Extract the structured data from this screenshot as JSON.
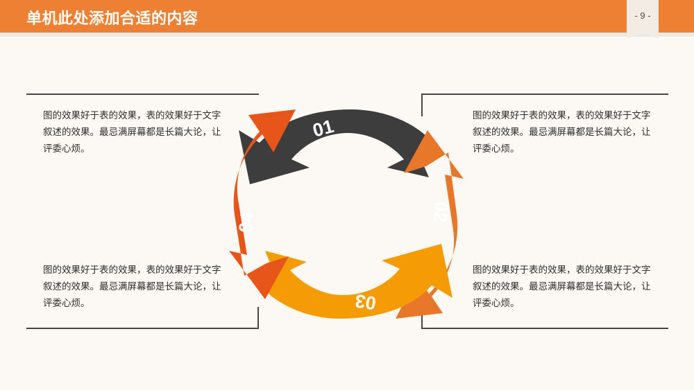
{
  "header": {
    "title": "单机此处添加合适的内容",
    "bar_color": "#ee8033",
    "underline_color": "#e9e9e7",
    "title_color": "#ffffff"
  },
  "page_badge": {
    "label": "- 9 -",
    "background": "#f2ece4",
    "text_color": "#4a4a4a"
  },
  "background_color": "#fcf9f4",
  "text_blocks": [
    {
      "id": "top-left",
      "text": "图的效果好于表的效果，表的效果好于文字叙述的效果。最忌满屏幕都是长篇大论，让评委心烦。"
    },
    {
      "id": "bottom-left",
      "text": "图的效果好于表的效果，表的效果好于文字叙述的效果。最忌满屏幕都是长篇大论，让评委心烦。"
    },
    {
      "id": "top-right",
      "text": "图的效果好于表的效果，表的效果好于文字叙述的效果。最忌满屏幕都是长篇大论，让评委心烦。"
    },
    {
      "id": "bottom-right",
      "text": "图的效果好于表的效果，表的效果好于文字叙述的效果。最忌满屏幕都是长篇大论，让评委心烦。"
    }
  ],
  "cycle": {
    "frame_line_color": "#454545",
    "arrows": [
      {
        "id": "01",
        "label": "01",
        "color": "#3d3d3d",
        "direction": "left",
        "position": "top"
      },
      {
        "id": "02",
        "label": "02",
        "color": "#e8772a",
        "direction": "up",
        "position": "right"
      },
      {
        "id": "03",
        "label": "03",
        "color": "#f59b05",
        "direction": "right",
        "position": "bottom"
      },
      {
        "id": "04",
        "label": "04",
        "color": "#e8551a",
        "direction": "down",
        "position": "left"
      }
    ],
    "label_color": "#ffffff"
  }
}
